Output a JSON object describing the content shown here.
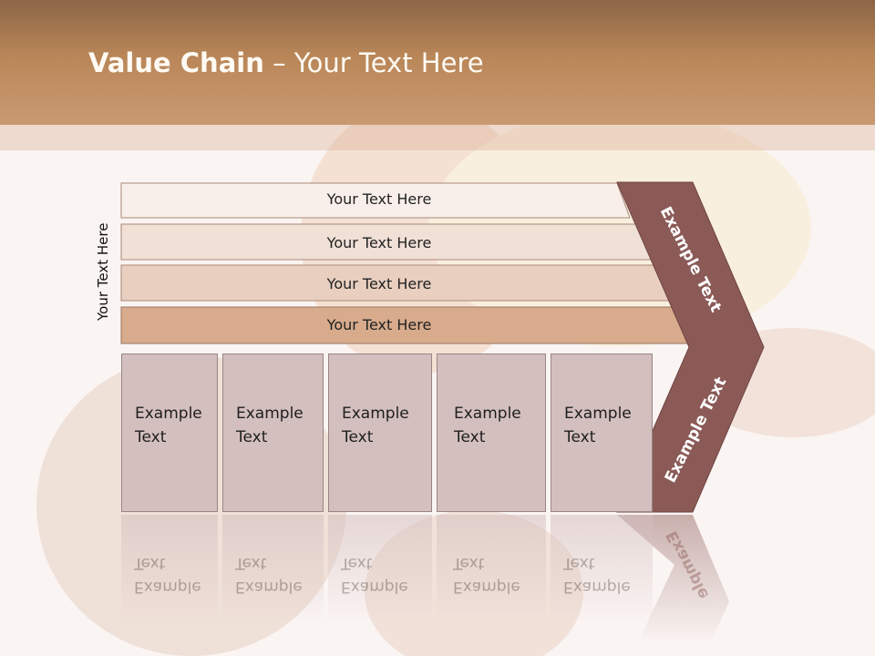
{
  "slide": {
    "title_bold": "Value Chain",
    "title_rest": " – Your Text Here",
    "side_label": "Your Text Here",
    "bands": [
      "Your Text Here",
      "Your Text Here",
      "Your Text Here",
      "Your Text Here"
    ],
    "boxes": [
      {
        "line1": "Example",
        "line2": "Text"
      },
      {
        "line1": "Example",
        "line2": "Text"
      },
      {
        "line1": "Example",
        "line2": "Text"
      },
      {
        "line1": "Example",
        "line2": "Text"
      },
      {
        "line1": "Example",
        "line2": "Text"
      }
    ],
    "chevron_top_label": "Example Text",
    "chevron_bottom_label": "Example Text",
    "reflection_label": "Example"
  },
  "colors": {
    "header": "#b98658",
    "chevron": "#8b5a57",
    "box": "#d4bfbf",
    "band1": "#f8efea",
    "band2": "#f0e0d6",
    "band3": "#e8cfbf",
    "band4": "#d7ab8c"
  }
}
